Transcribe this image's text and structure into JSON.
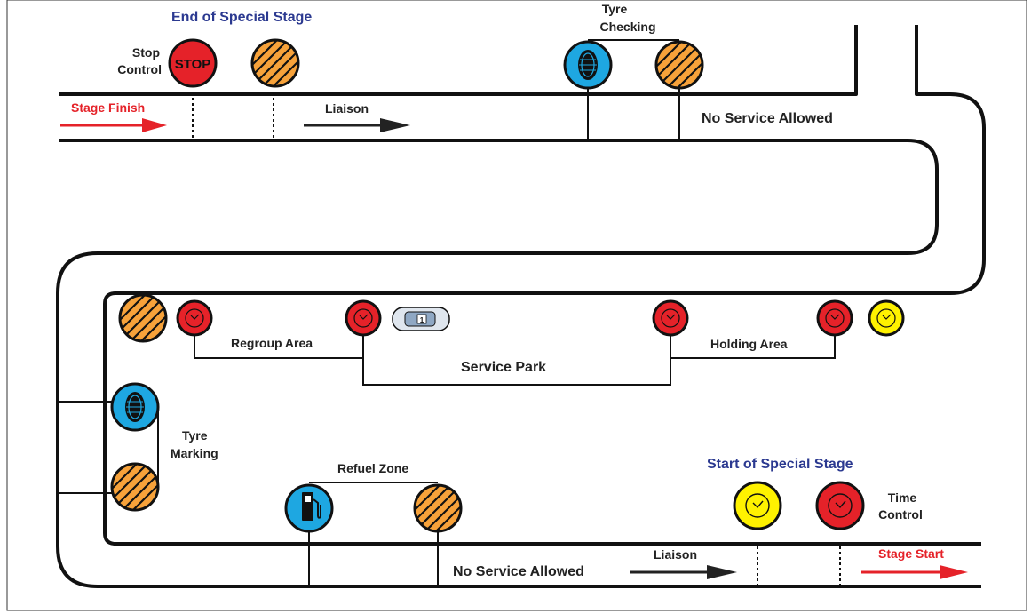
{
  "colors": {
    "road": "#111111",
    "stop_red": "#e52229",
    "control_red": "#e52229",
    "hatch_orange": "#f7a23a",
    "yellow": "#fff200",
    "blue": "#1ea7e1",
    "title_blue": "#2b3990",
    "arrow_red": "#e52229",
    "arrow_black": "#222222"
  },
  "titles": {
    "end_stage": "End of Special Stage",
    "start_stage": "Start of Special Stage"
  },
  "labels": {
    "stop_control_1": "Stop",
    "stop_control_2": "Control",
    "stop_sign": "STOP",
    "tyre_checking_1": "Tyre",
    "tyre_checking_2": "Checking",
    "stage_finish": "Stage Finish",
    "liaison_top": "Liaison",
    "no_service_top": "No Service Allowed",
    "regroup_area": "Regroup Area",
    "service_park": "Service Park",
    "holding_area": "Holding Area",
    "tyre_marking_1": "Tyre",
    "tyre_marking_2": "Marking",
    "refuel_zone": "Refuel Zone",
    "time_control_1": "Time",
    "time_control_2": "Control",
    "no_service_bottom": "No Service Allowed",
    "liaison_bottom": "Liaison",
    "stage_start": "Stage Start"
  },
  "icons": {
    "stop": "stop-sign-icon",
    "hatched": "hatched-zone-icon",
    "tyre": "tyre-icon",
    "clock": "clock-icon",
    "fuel": "fuel-pump-icon",
    "car": "rally-car-icon"
  }
}
